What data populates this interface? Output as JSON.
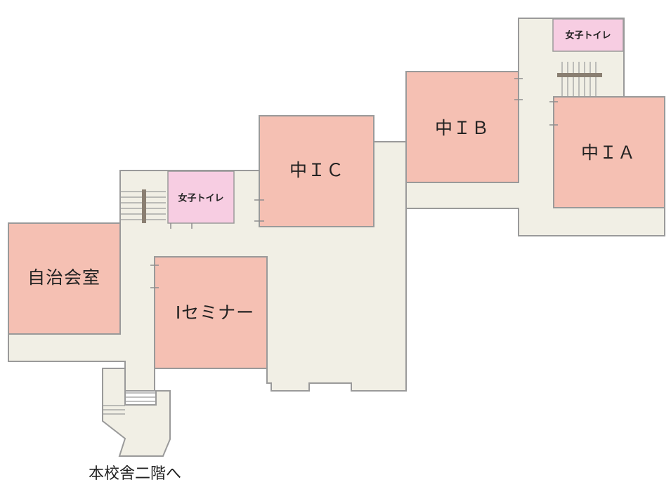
{
  "colors": {
    "room": "#f5c0b3",
    "toilet": "#f7cde2",
    "corridor": "#f1efe5",
    "wall": "#9a9a9a",
    "text": "#222222"
  },
  "rooms": {
    "jichikai": "自治会室",
    "i_seminar": "Iセミナー",
    "chu_1c": "中ＩＣ",
    "chu_1b": "中ＩＢ",
    "chu_1a": "中ＩＡ"
  },
  "toilets": {
    "left": "女子トイレ",
    "right": "女子トイレ"
  },
  "exit_label": "本校舎二階へ"
}
